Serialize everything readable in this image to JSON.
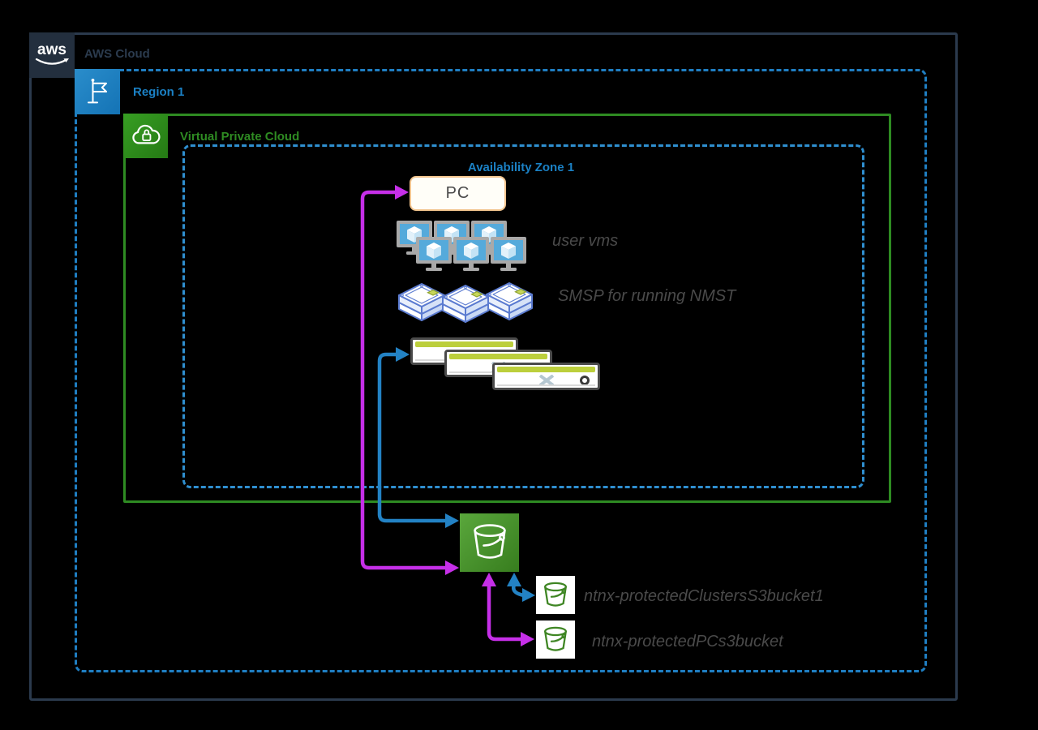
{
  "aws_cloud": {
    "label": "AWS Cloud",
    "logo_text": "aws"
  },
  "region": {
    "label": "Region 1"
  },
  "vpc": {
    "label": "Virtual Private Cloud"
  },
  "availability_zone": {
    "label": "Availability Zone 1"
  },
  "nodes": {
    "pc": {
      "label": "PC"
    },
    "user_vms": {
      "label": "user vms"
    },
    "smsp": {
      "label": "SMSP for running NMST"
    },
    "s3_bucket_clusters": {
      "label": "ntnx-protectedClustersS3bucket1"
    },
    "s3_bucket_pcs": {
      "label": "ntnx-protectedPCs3bucket"
    }
  },
  "colors": {
    "outline_dark": "#2B3A4D",
    "region_blue": "#1F7EC2",
    "az_blue": "#2F8FD0",
    "vpc_green": "#2E8B22",
    "arrow_magenta": "#C62FE8",
    "arrow_blue": "#2382C4",
    "pc_border": "#F2C48E",
    "s3_green_light": "#5AA73C",
    "s3_green_dark": "#377D1E",
    "small_bucket_green": "#3F8624",
    "window_stripe_green": "#BCCF3C"
  }
}
